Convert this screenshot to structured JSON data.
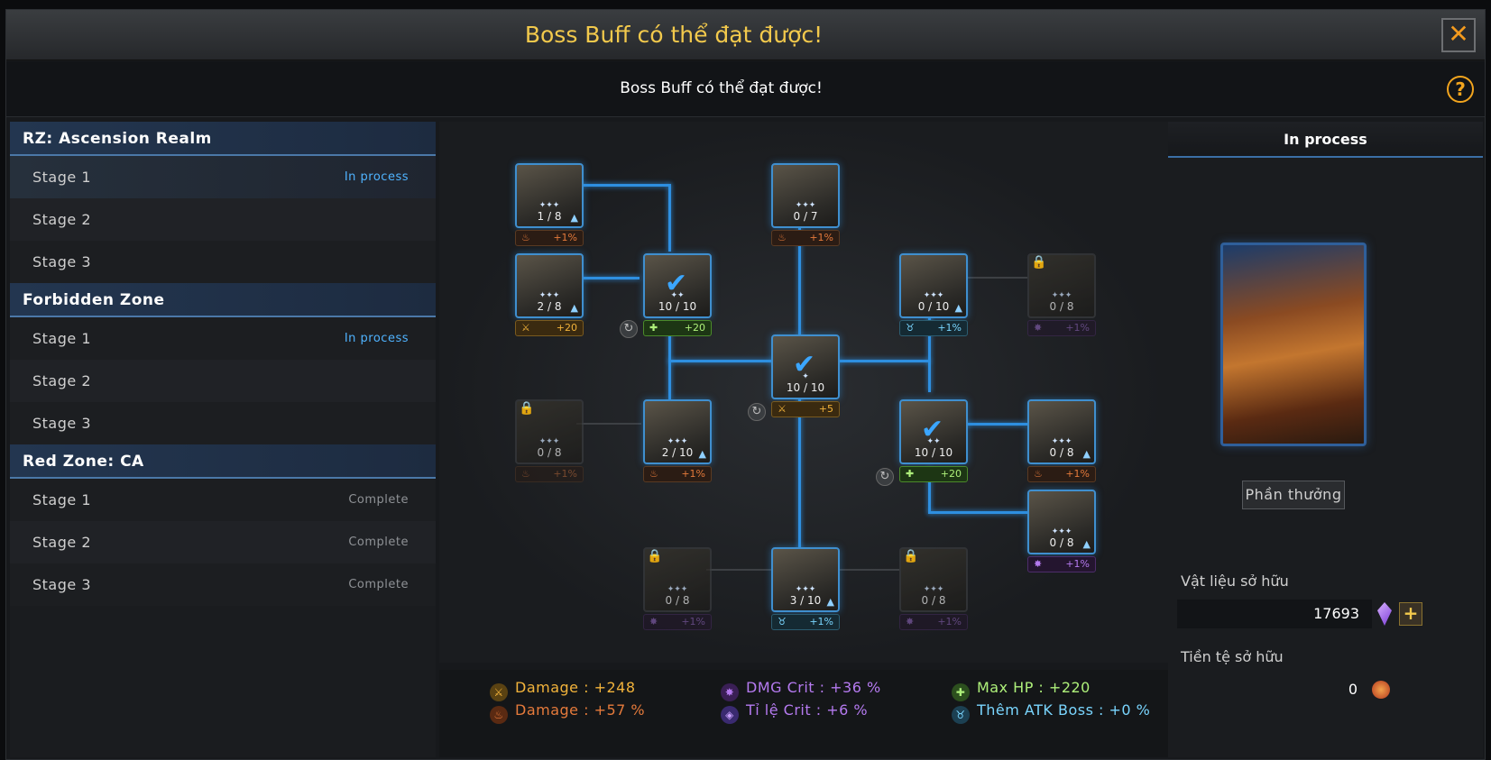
{
  "window": {
    "title": "Boss Buff có thể đạt được!",
    "subtitle": "Boss Buff có thể đạt được!",
    "close_label": "✕",
    "help_label": "?"
  },
  "zones": [
    {
      "name": "RZ: Ascension Realm",
      "stages": [
        {
          "label": "Stage 1",
          "status": "In process"
        },
        {
          "label": "Stage 2",
          "status": ""
        },
        {
          "label": "Stage 3",
          "status": ""
        }
      ]
    },
    {
      "name": "Forbidden Zone",
      "stages": [
        {
          "label": "Stage 1",
          "status": "In process"
        },
        {
          "label": "Stage 2",
          "status": ""
        },
        {
          "label": "Stage 3",
          "status": ""
        }
      ]
    },
    {
      "name": "Red Zone: CA",
      "stages": [
        {
          "label": "Stage 1",
          "status": "Complete"
        },
        {
          "label": "Stage 2",
          "status": "Complete"
        },
        {
          "label": "Stage 3",
          "status": "Complete"
        }
      ]
    }
  ],
  "nodes": {
    "n1": {
      "count": "1 / 8",
      "bonus": "+1%"
    },
    "n2": {
      "count": "0 / 7",
      "bonus": "+1%"
    },
    "n3": {
      "count": "2 / 8",
      "bonus": "+20"
    },
    "n4": {
      "count": "10 / 10",
      "bonus": "+20"
    },
    "n5": {
      "count": "0 / 10",
      "bonus": "+1%"
    },
    "n6": {
      "count": "0 / 8",
      "bonus": "+1%"
    },
    "n7": {
      "count": "10 / 10",
      "bonus": "+5"
    },
    "n8": {
      "count": "0 / 8",
      "bonus": "+1%"
    },
    "n9": {
      "count": "2 / 10",
      "bonus": "+1%"
    },
    "n10": {
      "count": "10 / 10",
      "bonus": "+20"
    },
    "n11": {
      "count": "0 / 8",
      "bonus": "+1%"
    },
    "n12": {
      "count": "0 / 8",
      "bonus": "+1%"
    },
    "n13": {
      "count": "0 / 8",
      "bonus": "+1%"
    },
    "n14": {
      "count": "3 / 10",
      "bonus": "+1%"
    },
    "n15": {
      "count": "0 / 8",
      "bonus": "+1%"
    }
  },
  "stats": [
    {
      "label": "Damage : +248",
      "color": "#f2b33b"
    },
    {
      "label": "Damage : +57 %",
      "color": "#e57a3b"
    },
    {
      "label": "DMG Crit : +36 %",
      "color": "#b57af0"
    },
    {
      "label": "Tỉ lệ Crit : +6 %",
      "color": "#b57af0"
    },
    {
      "label": "Max HP : +220",
      "color": "#aef07a"
    },
    {
      "label": "Thêm ATK Boss : +0 %",
      "color": "#7ad6ff"
    }
  ],
  "panel": {
    "header": "In process",
    "reward_label": "Phần thưởng",
    "materials_label": "Vật liệu sở hữu",
    "materials_value": "17693",
    "currency_label": "Tiền tệ sở hữu",
    "currency_value": "0",
    "plus_label": "+"
  }
}
